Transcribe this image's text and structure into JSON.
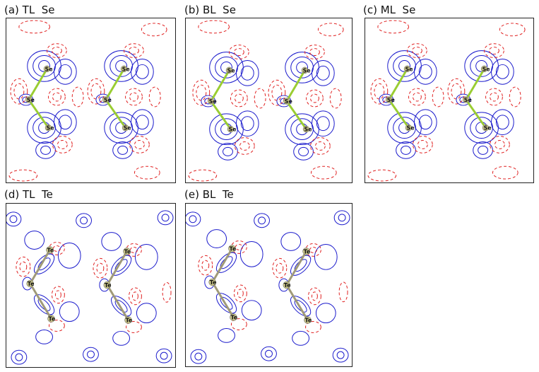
{
  "panels": [
    {
      "id": "a",
      "label": "(a) TL  Se",
      "element": "Se",
      "type": "TL"
    },
    {
      "id": "b",
      "label": "(b) BL  Se",
      "element": "Se",
      "type": "BL"
    },
    {
      "id": "c",
      "label": "(c) ML  Se",
      "element": "Se",
      "type": "ML"
    },
    {
      "id": "d",
      "label": "(d) TL  Te",
      "element": "Te",
      "type": "TL"
    },
    {
      "id": "e",
      "label": "(e) BL  Te",
      "element": "Te",
      "type": "BL"
    }
  ],
  "atom_labels": {
    "Se": "Se",
    "Te": "Te"
  },
  "colors": {
    "positive_contour": "#1a1acc",
    "negative_contour": "#e02020",
    "se_bond": "#9acd32",
    "te_bond": "#a09a78",
    "atom_fill": "#c8c48a",
    "frame": "#222222"
  }
}
